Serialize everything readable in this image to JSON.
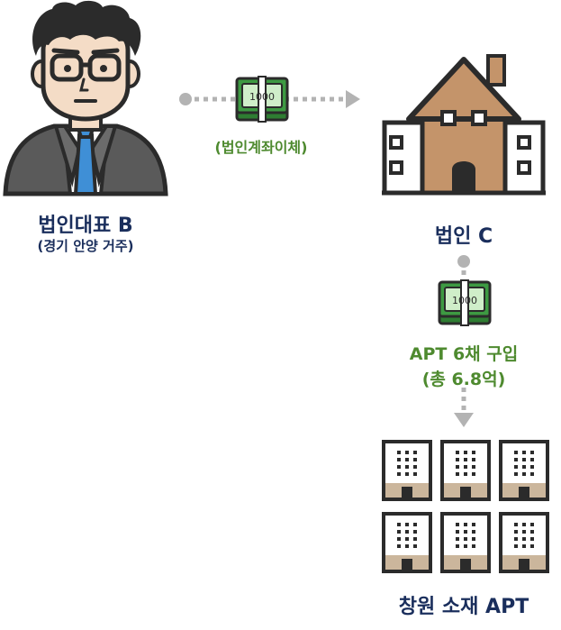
{
  "person": {
    "name": "법인대표 B",
    "residence": "(경기 안양 거주)"
  },
  "transfer": {
    "label": "(법인계좌이체)",
    "banknote_value": "1000"
  },
  "company": {
    "name": "법인 C"
  },
  "purchase": {
    "line1": "APT 6채 구입",
    "line2": "(총 6.8억)",
    "banknote_value": "1000"
  },
  "apartments": {
    "label": "창원 소재 APT",
    "count": 6
  },
  "colors": {
    "navy": "#1a2e5c",
    "green": "#4e8a2f",
    "house_brown": "#c4946a",
    "dark": "#2b2b2b",
    "connector_gray": "#b3b3b3"
  },
  "icons": [
    "person-icon",
    "banknote-icon",
    "house-icon",
    "apartment-icon"
  ]
}
